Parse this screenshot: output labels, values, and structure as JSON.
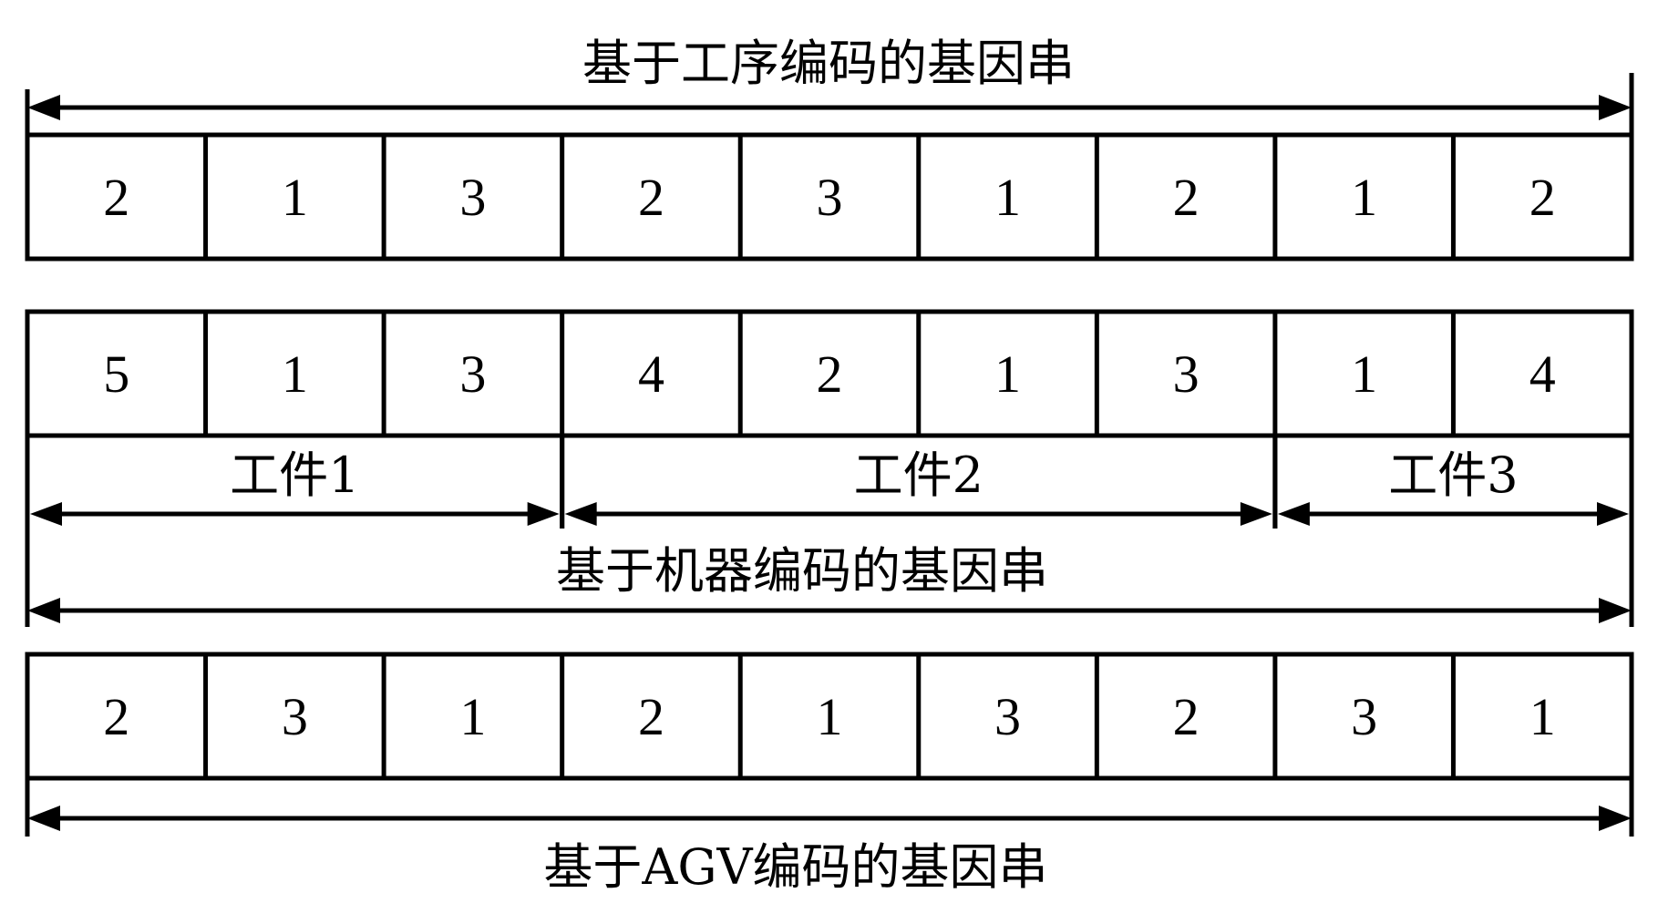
{
  "operation_string": {
    "title": "基于工序编码的基因串",
    "cells": [
      "2",
      "1",
      "3",
      "2",
      "3",
      "1",
      "2",
      "1",
      "2"
    ]
  },
  "machine_string": {
    "title": "基于机器编码的基因串",
    "cells": [
      "5",
      "1",
      "3",
      "4",
      "2",
      "1",
      "3",
      "1",
      "4"
    ],
    "jobs": [
      {
        "label": "工件1",
        "cell_count": 3
      },
      {
        "label": "工件2",
        "cell_count": 4
      },
      {
        "label": "工件3",
        "cell_count": 2
      }
    ]
  },
  "agv_string": {
    "title": "基于AGV编码的基因串",
    "cells": [
      "2",
      "3",
      "1",
      "2",
      "1",
      "3",
      "2",
      "3",
      "1"
    ]
  }
}
